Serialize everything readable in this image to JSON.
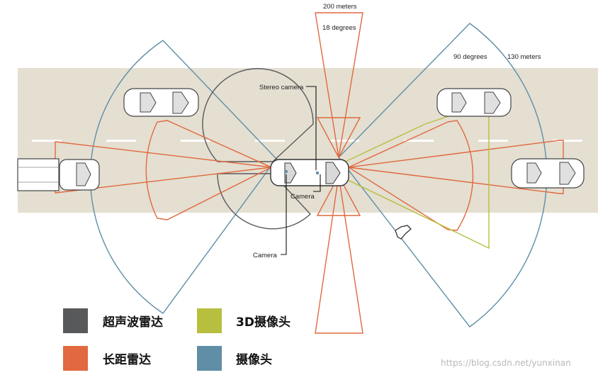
{
  "annotations": {
    "range_200": "200 meters",
    "angle_18": "18 degrees",
    "angle_90": "90 degrees",
    "range_130": "130 meters",
    "stereo_camera": "Stereo camera",
    "camera_front": "Camera",
    "camera_rear": "Camera"
  },
  "legend": [
    {
      "label": "超声波雷达",
      "color": "#58595b"
    },
    {
      "label": "3D摄像头",
      "color": "#b8bf3f"
    },
    {
      "label": "长距雷达",
      "color": "#e2683f"
    },
    {
      "label": "摄像头",
      "color": "#5f8ea6"
    }
  ],
  "colors": {
    "road": "#e4dfd1",
    "ultrasonic": "#58595b",
    "long_range_radar": "#e2683f",
    "camera_3d": "#b8bf3f",
    "camera": "#5f8ea6"
  },
  "watermark": "https://blog.csdn.net/yunxinan"
}
